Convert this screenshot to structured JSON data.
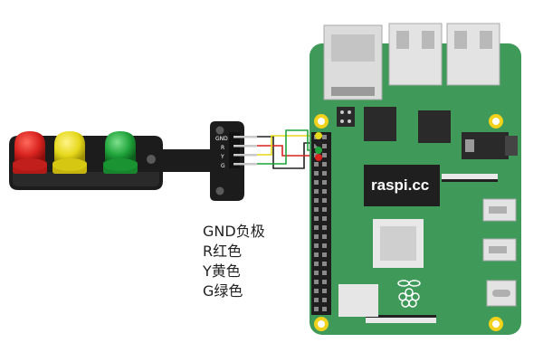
{
  "module": {
    "pin_labels": [
      "GND",
      "R",
      "Y",
      "G"
    ],
    "led_colors": {
      "red": "#d8231f",
      "yellow": "#e6d81a",
      "green": "#1fa33a"
    }
  },
  "legend": {
    "lines": [
      "GND负极",
      "R红色",
      "Y黄色",
      "G绿色"
    ]
  },
  "board": {
    "label": "raspi.cc",
    "board_color": "#3f9a5a",
    "logo": "raspberry-pi-logo"
  },
  "wires": {
    "colors": [
      "#222222",
      "#d8231f",
      "#e6d81a",
      "#1fa33a"
    ]
  }
}
